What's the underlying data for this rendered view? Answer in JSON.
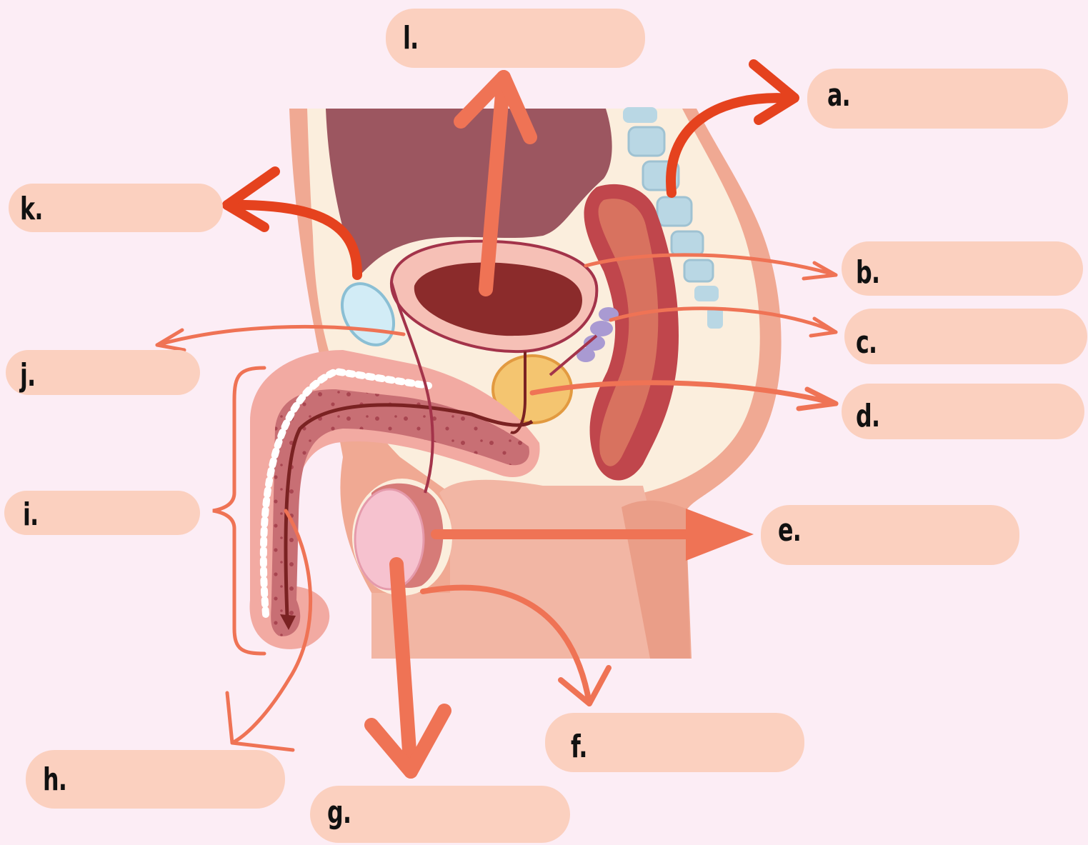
{
  "colors": {
    "background": "#fcedf5",
    "label_box": "#fbd0bf",
    "arrow_light": "#ef7355",
    "arrow_dark": "#e5421e"
  },
  "labels": {
    "a": "a.",
    "b": "b.",
    "c": "c.",
    "d": "d.",
    "e": "e.",
    "f": "f.",
    "g": "g.",
    "h": "h.",
    "i": "i.",
    "j": "j.",
    "k": "k.",
    "l": "l."
  }
}
